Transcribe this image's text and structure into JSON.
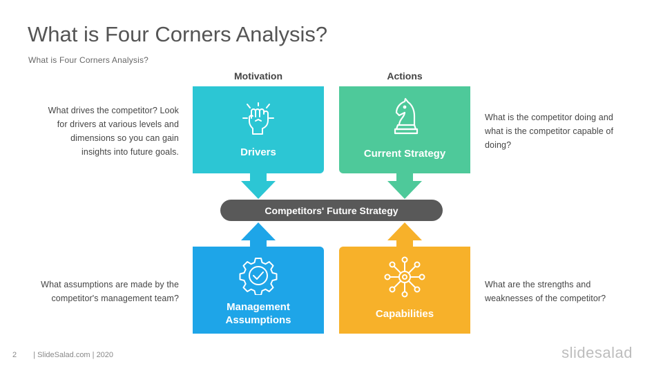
{
  "slide": {
    "title": "What is Four Corners Analysis?",
    "subtitle": "What is Four Corners Analysis?",
    "footer": {
      "page_number": "2",
      "source": "| SlideSalad.com | 2020"
    },
    "logo_text": "slidesalad"
  },
  "headers": {
    "left": "Motivation",
    "right": "Actions"
  },
  "center_label": "Competitors' Future Strategy",
  "corners": {
    "drivers": {
      "label": "Drivers",
      "color": "#2cc6d4",
      "icon": "fist-icon",
      "description": [
        "What drives the competitor? Look",
        "for drivers at various levels and",
        "dimensions  so you can gain",
        "insights into future goals."
      ]
    },
    "current_strategy": {
      "label": "Current Strategy",
      "color": "#4ec99a",
      "icon": "chess-knight-icon",
      "description": [
        "What  is the competitor doing and",
        "what is the competitor capable of",
        "doing?"
      ]
    },
    "management_assumptions": {
      "label_line1": "Management",
      "label_line2": "Assumptions",
      "color": "#1ea5e8",
      "icon": "gear-check-icon",
      "description": [
        "What  assumptions  are made by the",
        "competitor's  management team?"
      ]
    },
    "capabilities": {
      "label": "Capabilities",
      "color": "#f7b12a",
      "icon": "network-gear-icon",
      "description": [
        "What  are the strengths  and",
        "weaknesses of the competitor?"
      ]
    }
  }
}
